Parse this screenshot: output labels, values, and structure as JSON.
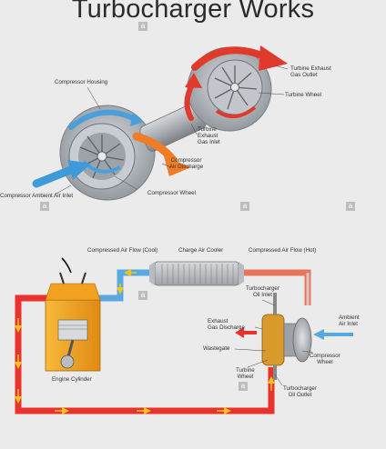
{
  "title": "Turbocharger Works",
  "watermark_glyph": "a",
  "top_labels": {
    "compressor_housing": "Compressor Housing",
    "compressor_ambient_air_inlet": "Compressor Ambient Air Inlet",
    "compressor_wheel": "Compressor Wheel",
    "compressor_air_discharge": "Compressor\nAir Discharge",
    "turbine_exhaust_gas_inlet": "Turbine\nExhaust\nGas Inlet",
    "turbine_exhaust_gas_outlet": "Turbine Exhaust\nGas Outlet",
    "turbine_wheel": "Turbine Wheel"
  },
  "bottom_labels": {
    "compressed_air_flow_cool": "Compressed Air Flow (Cool)",
    "charge_air_cooler": "Charge Air Cooler",
    "compressed_air_flow_hot": "Compressed Air Flow (Hot)",
    "turbocharger_oil_inlet": "Turbocharger\nOil Inlet",
    "exhaust_gas_discharge": "Exhaust\nGas Discharge",
    "ambient_air_inlet": "Ambient\nAir Inlet",
    "wastegate": "Wastegate",
    "compressor_wheel": "Compressor\nWheel",
    "turbine_wheel": "Turbine\nWheel",
    "turbocharger_oil_outlet": "Turbocharger\nOil Outlet",
    "engine_cylinder": "Engine Cylinder"
  },
  "colors": {
    "hot_flow": "#e8322b",
    "cool_flow": "#5aa8e0",
    "arrow_yellow": "#f5c21b",
    "housing_gray": "#a9adb2",
    "engine_orange": "#f2a21f",
    "text": "#333333"
  }
}
